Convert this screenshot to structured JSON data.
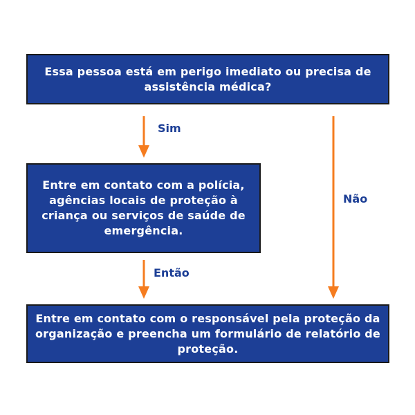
{
  "colors": {
    "box_fill": "#1d3f96",
    "arrow": "#f57c1f",
    "label": "#1d3f96"
  },
  "boxes": {
    "question": "Essa pessoa está em perigo imediato ou precisa de assistência médica?",
    "contact": "Entre em contato com a polícia, agências locais de proteção à criança ou serviços de saúde de emergência.",
    "final": "Entre em contato com o responsável pela proteção da organização e preencha um formulário de relatório de proteção."
  },
  "labels": {
    "yes": "Sim",
    "no": "Não",
    "then": "Então"
  }
}
